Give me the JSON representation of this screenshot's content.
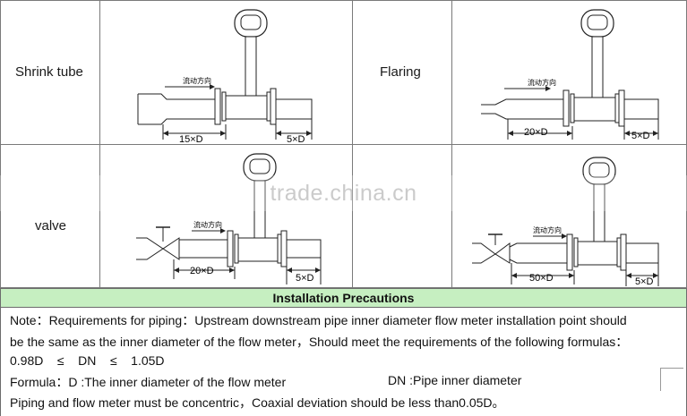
{
  "cells": {
    "shrink_tube": {
      "label": "Shrink tube",
      "flow_label": "流动方向",
      "upstream": "15×D",
      "downstream": "5×D"
    },
    "flaring": {
      "label": "Flaring",
      "flow_label": "流动方向",
      "upstream": "20×D",
      "downstream": "5×D"
    },
    "valve": {
      "label": "valve",
      "flow_label": "流动方向",
      "upstream": "20×D",
      "downstream": "5×D"
    },
    "valve_flaring": {
      "flow_label": "流动方向",
      "upstream": "50×D",
      "downstream": "5×D"
    }
  },
  "header": {
    "title": "Installation Precautions"
  },
  "notes": {
    "line1": "Note：Requirements for piping：Upstream downstream pipe inner diameter flow meter installation point should",
    "line2": "be the same as the inner diameter of the flow meter，Should meet the requirements of the following formulas：",
    "line3": "0.98D    ≤    DN    ≤    1.05D",
    "line4a": "Formula：D :The inner diameter of the flow meter",
    "line4b": "DN :Pipe inner diameter",
    "line5": "Piping and flow meter must be concentric，Coaxial deviation should be less than0.05D。"
  },
  "watermark": "trade.china.cn",
  "colors": {
    "header_bg": "#c6efc1",
    "border": "#7a7a7a"
  }
}
